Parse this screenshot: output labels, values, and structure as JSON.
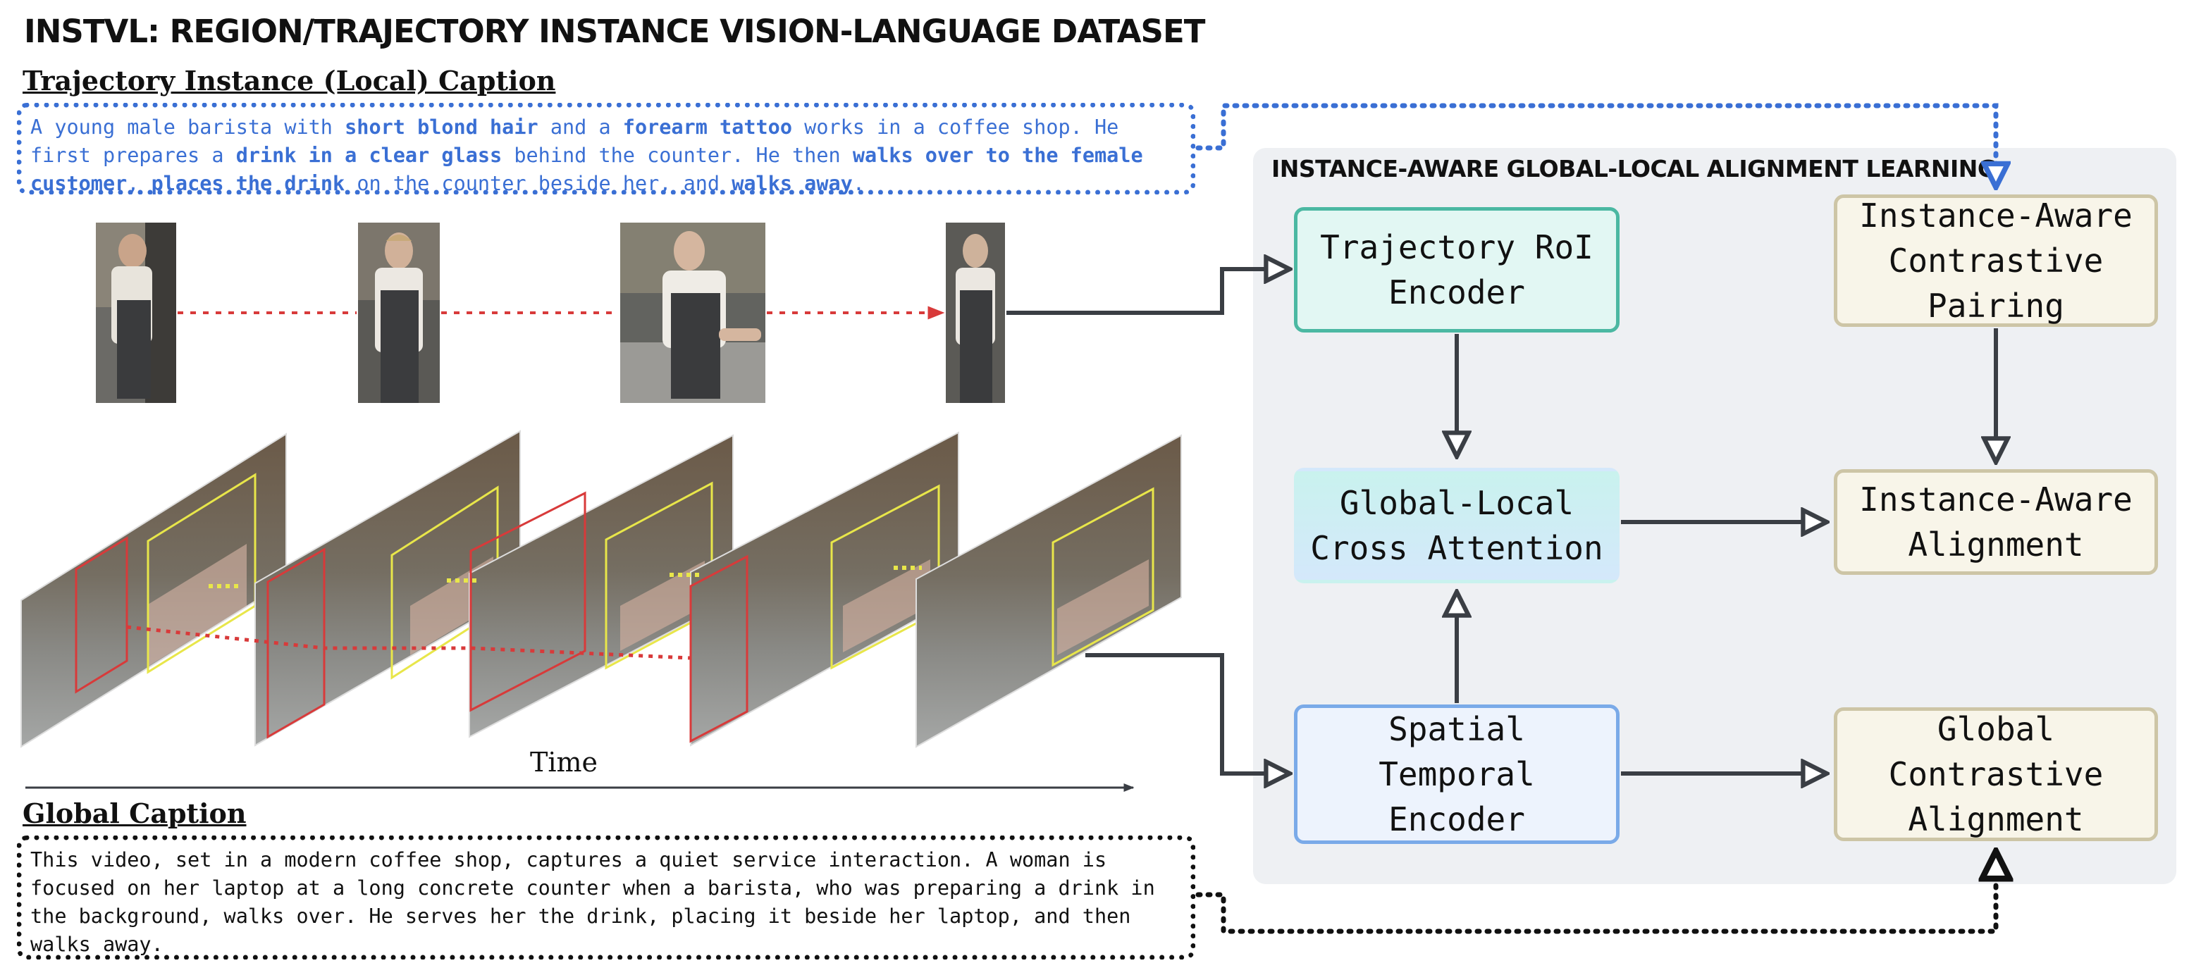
{
  "title": "INSTVL: REGION/TRAJECTORY INSTANCE VISION-LANGUAGE DATASET",
  "local": {
    "title": "Trajectory Instance (Local) Caption",
    "caption": [
      {
        "t": "A young male barista with ",
        "b": false
      },
      {
        "t": "short blond hair",
        "b": true
      },
      {
        "t": " and a ",
        "b": false
      },
      {
        "t": "forearm tattoo",
        "b": true
      },
      {
        "t": " works in a coffee shop. He first prepares a ",
        "b": false
      },
      {
        "t": "drink in a clear glass",
        "b": true
      },
      {
        "t": " behind the counter. He then ",
        "b": false
      },
      {
        "t": "walks over to the female customer",
        "b": true
      },
      {
        "t": ", ",
        "b": false
      },
      {
        "t": "places the drink",
        "b": true
      },
      {
        "t": " on the counter beside her, and ",
        "b": false
      },
      {
        "t": "walks away",
        "b": true
      },
      {
        "t": ".",
        "b": false
      }
    ]
  },
  "global": {
    "title": "Global Caption",
    "caption": "This video, set in a modern coffee shop, captures a quiet service interaction. A woman is focused on her laptop at a long concrete counter when a barista, who was preparing a drink in the background, walks over. He serves her the drink, placing it beside her laptop, and then walks away."
  },
  "time_label": "Time",
  "panel": {
    "title": "INSTANCE-AWARE GLOBAL-LOCAL ALIGNMENT LEARNING",
    "nodes": {
      "roi": "Trajectory RoI\nEncoder",
      "gla": "Global-Local\nCross Attention",
      "st": "Spatial\nTemporal\nEncoder",
      "icp": "Instance-Aware\nContrastive\nPairing",
      "iaa": "Instance-Aware\nAlignment",
      "gca": "Global\nContrastive\nAlignment"
    }
  },
  "colors": {
    "local_accent": "#3a6fd4",
    "trajectory_link": "#d83a3a",
    "arrow": "#3a3e44",
    "box_yellow": "#e8e64a"
  }
}
